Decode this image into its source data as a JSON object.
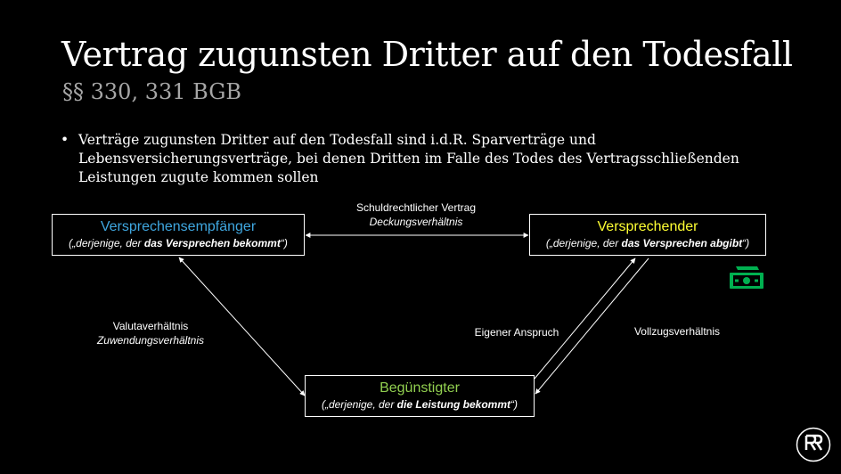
{
  "slide": {
    "title": "Vertrag zugunsten Dritter auf den Todesfall",
    "subtitle": "§§ 330, 331 BGB",
    "bullet_marker": "•",
    "bullet_text": "Verträge zugunsten Dritter auf den Todesfall sind i.d.R. Sparverträge und Lebensversicherungsverträge, bei denen Dritten im Falle des Todes des Vertragsschließenden Leistungen zugute kommen sollen"
  },
  "boxes": {
    "versprechensempfaenger": {
      "name": "Versprechensempfänger",
      "desc_pre": "(„derjenige, der ",
      "desc_bold": "das Versprechen bekommt",
      "desc_post": "“)",
      "color": "#3fa7e0"
    },
    "versprechender": {
      "name": "Versprechender",
      "desc_pre": "(„derjenige, der ",
      "desc_bold": "das Versprechen abgibt",
      "desc_post": "“)",
      "color": "#ffff33"
    },
    "beguenstigter": {
      "name": "Begünstigter",
      "desc_pre": "(„derjenige, der ",
      "desc_bold": "die Leistung bekommt",
      "desc_post": "“)",
      "color": "#92d050"
    }
  },
  "labels": {
    "deckung_line1": "Schuldrechtlicher Vertrag",
    "deckung_line2": "Deckungsverhältnis",
    "valuta_line1": "Valutaverhältnis",
    "valuta_line2": "Zuwendungsverhältnis",
    "eigener_anspruch": "Eigener Anspruch",
    "vollzug": "Vollzugsverhältnis"
  },
  "icons": {
    "money": "money-icon",
    "logo": "logo-icon",
    "money_color": "#00b050"
  }
}
